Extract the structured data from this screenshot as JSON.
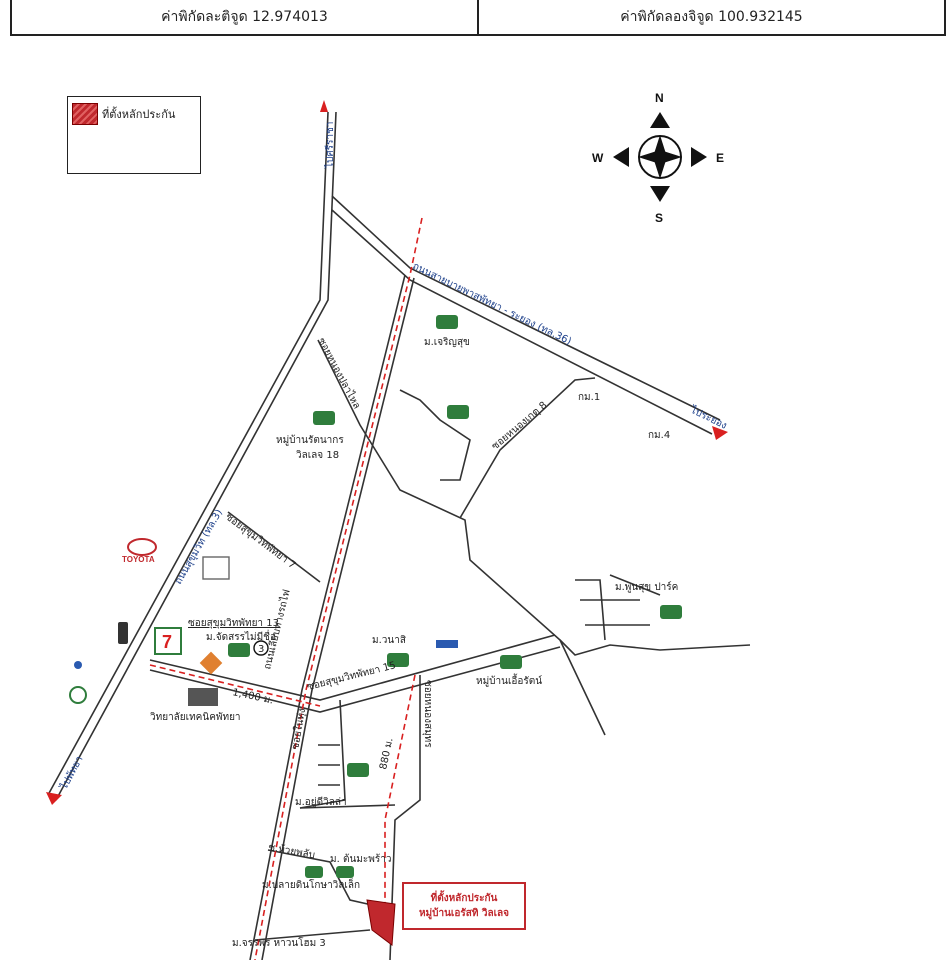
{
  "header": {
    "latitude_text": "ค่าพิกัดละติจูด 12.974013",
    "longitude_text": "ค่าพิกัดลองจิจูด 100.932145"
  },
  "legend": {
    "label": "ที่ตั้งหลักประกัน"
  },
  "compass": {
    "n": "N",
    "s": "S",
    "e": "E",
    "w": "W"
  },
  "labels": {
    "to_sriracha": "ไปศรีราชา",
    "to_pattaya": "ไปพัทยา",
    "to_rayong": "ไประยอง",
    "road_sukhumvit": "ถนนสุขุมวิท (ทล.3)",
    "road_bypass": "ถนนสายบายพาสพัทยา - ระยอง (ทล.36)",
    "road_rail": "ถนนเลียบทางรถไฟ",
    "soi_nongpla": "ซอยหนองปลาไหล",
    "soi_nong_kett": "ซอยหนองเกตุ 8",
    "soi_sv7": "ซอยสุขุมวิทพัทยา 7",
    "soi_sv13": "ซอยสุขุมวิทพัทยา 13",
    "soi_sv15": "ซอยสุขุมวิทพัทยา 15",
    "soi_right": "ซอยหนองสมุทร",
    "soi_nongphak": "ซอยในทุ่ง",
    "soi_lower": "ซ.ห้วยพลับ",
    "km1": "กม.1",
    "km4": "กม.4",
    "moo_charoensuk": "ม.เจริญสุข",
    "moo_baan_kanrat": "หมู่บ้านรัตนากร",
    "moo_baan_kanrat2": "วิลเลจ 18",
    "moo_jatsan": "ม.จัดสรรไม่มีชื่อ",
    "moo_wanasi": "ม.วนาสิ",
    "moo_baan_enjoy": "หมู่บ้านเอื้อรัตน์",
    "moo_phunsuk": "ม.พูนสุข ปาร์ค",
    "moo_yoo": "ม.อยู่ดีวิลล่า",
    "moo_namphrao": "ม. ต้นมะพร้าว",
    "moo_lower2": "ม.ปลายดินโกษาวิลเล็ก",
    "moo_charoen3": "ม.จรรพร หาวนโฮม 3",
    "college": "วิทยาลัยเทคนิคพัทยา",
    "toyota": "TOYOTA",
    "dist_1400": "1,400 ม.",
    "dist_880": "880 ม.",
    "circle_3": "3"
  },
  "callout": {
    "line1": "ที่ตั้งหลักประกัน",
    "line2": "หมู่บ้านเอรัสทิ วิลเลจ"
  },
  "colors": {
    "road": "#333333",
    "route_red": "#d92020",
    "text_blue": "#1c3f8a",
    "marker_red": "#c0282d",
    "icon_green": "#2f7d3c"
  }
}
